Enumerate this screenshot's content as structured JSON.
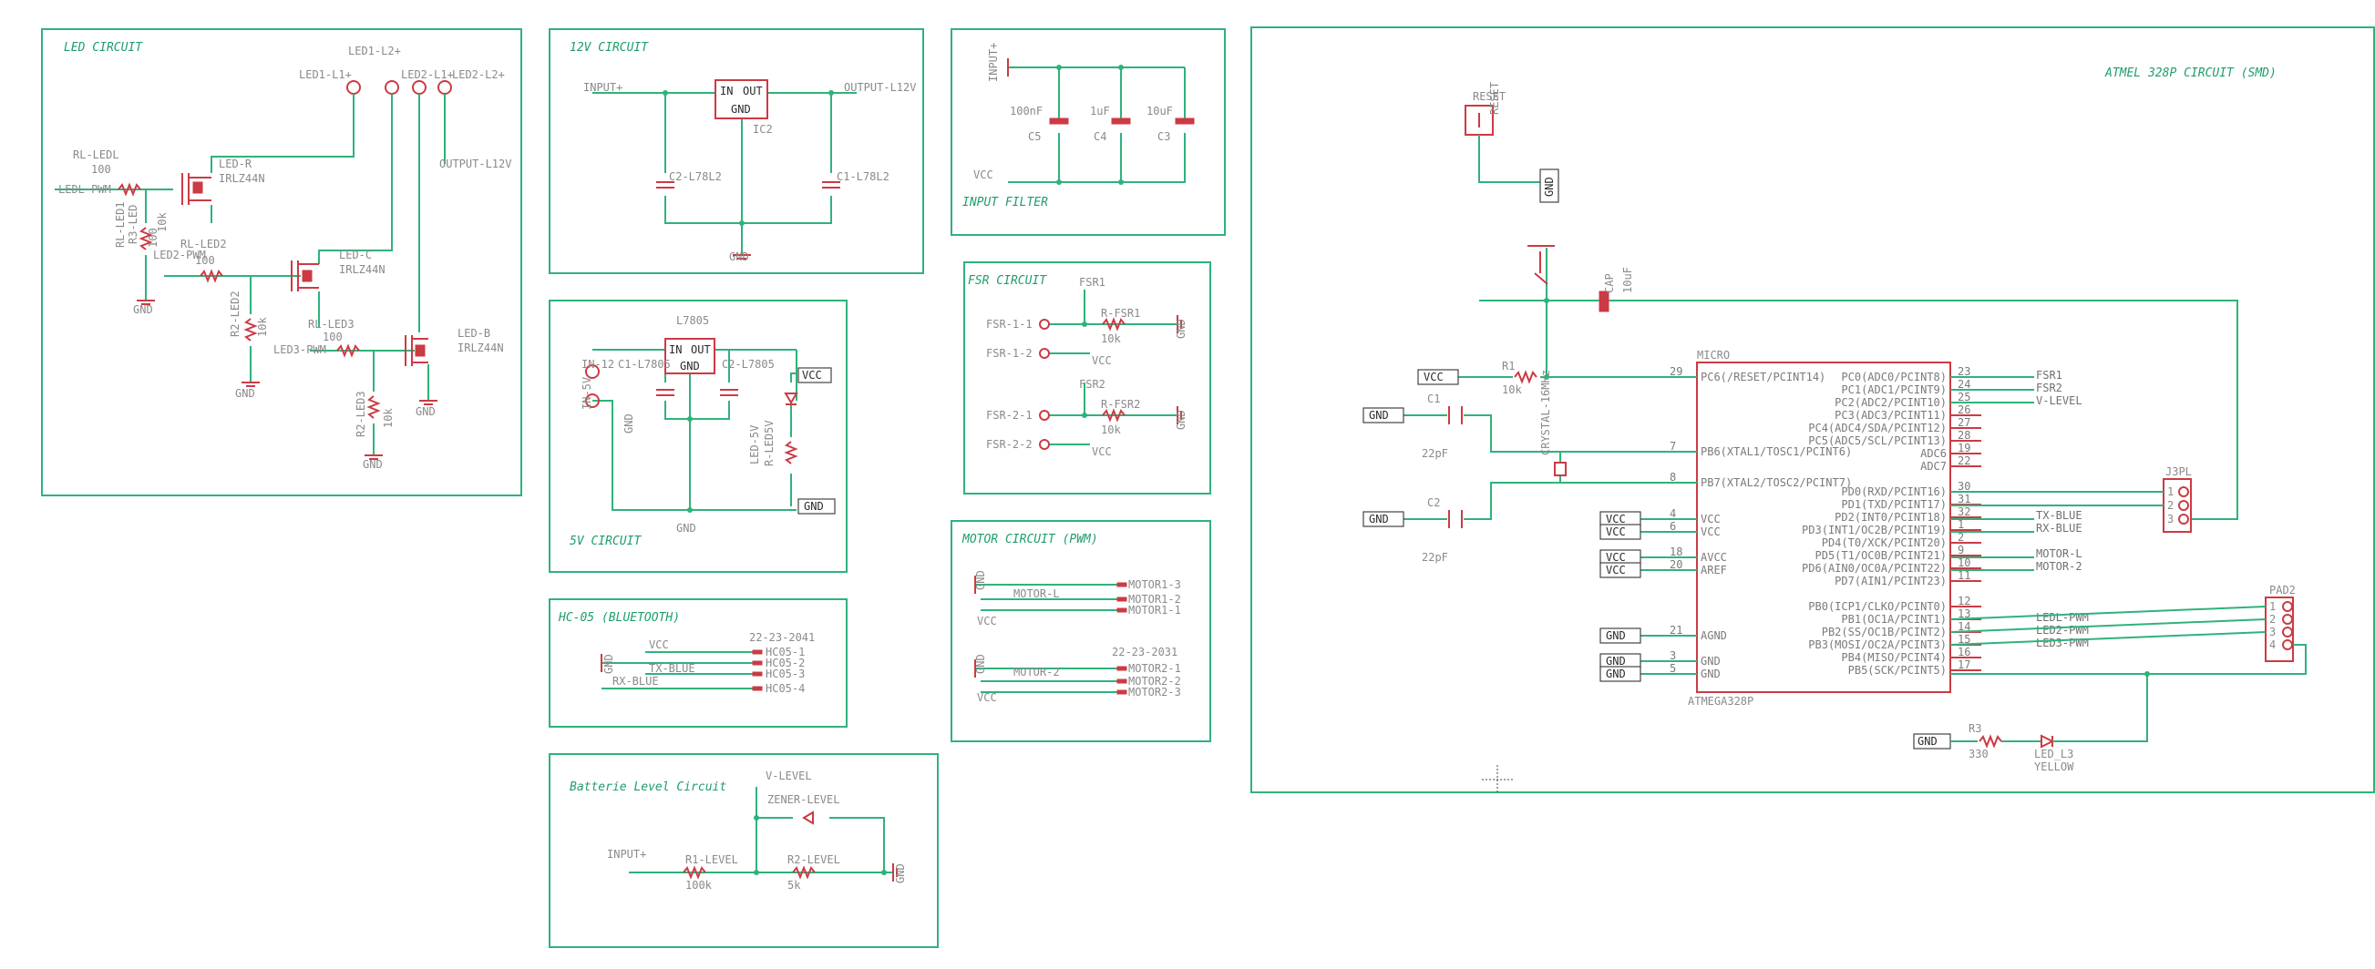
{
  "sections": {
    "led": "LED CIRCUIT",
    "v12": "12V CIRCUIT",
    "filter": "INPUT FILTER",
    "v5": "5V CIRCUIT",
    "fsr": "FSR CIRCUIT",
    "motor": "MOTOR CIRCUIT (PWM)",
    "hc05": "HC-05 (BLUETOOTH)",
    "battery": "Batterie Level Circuit",
    "atmel": "ATMEL 328P CIRCUIT (SMD)"
  },
  "led": {
    "labels": [
      "LED1-L1+",
      "LED1-L2+",
      "LED2-L1+",
      "LED2-L2+",
      "OUTPUT-L12V",
      "RL-LEDL",
      "100",
      "LEDL-PWM",
      "RL-LED1",
      "100",
      "LED-R",
      "IRLZ44N",
      "RL-LED2",
      "LED2-PWM",
      "100",
      "LED-C",
      "IRLZ44N",
      "RL-LED3",
      "LED3-PWM",
      "100",
      "LED-B",
      "IRLZ44N",
      "R2-LED3",
      "10k",
      "R2-LED2",
      "10k",
      "R3-LED",
      "10k",
      "GND",
      "GND",
      "GND",
      "GND"
    ]
  },
  "v12": {
    "labels": [
      "INPUT+",
      "IN",
      "OUT",
      "GND",
      "OUTPUT-L12V",
      "IC2",
      "C2-L78L2",
      "C1-L78L2",
      "GND"
    ]
  },
  "filter": {
    "labels": [
      "INPUT+",
      "100nF",
      "C5",
      "1uF",
      "C4",
      "10uF",
      "C3",
      "VCC"
    ]
  },
  "v5": {
    "labels": [
      "L7805",
      "IN",
      "OUT",
      "GND",
      "C1-L7805",
      "C2-L7805",
      "VCC",
      "IN-12",
      "IN-5V",
      "GND",
      "LED-5V",
      "R-LED5V",
      "GND",
      "GND"
    ]
  },
  "fsr": {
    "labels": [
      "FSR1",
      "FSR-1-1",
      "R-FSR1",
      "10k",
      "FSR-1-2",
      "VCC",
      "GND",
      "FSR2",
      "FSR-2-1",
      "R-FSR2",
      "10k",
      "FSR-2-2",
      "VCC",
      "GND"
    ]
  },
  "motor": {
    "labels": [
      "MOTOR-L",
      "MOTOR1-3",
      "MOTOR1-2",
      "MOTOR1-1",
      "VCC",
      "GND",
      "MOTOR-2",
      "22-23-2031",
      "MOTOR2-1",
      "MOTOR2-2",
      "MOTOR2-3",
      "VCC",
      "GND"
    ]
  },
  "hc05": {
    "labels": [
      "22-23-2041",
      "VCC",
      "HC05-1",
      "HC05-2",
      "HC05-3",
      "HC05-4",
      "TX-BLUE",
      "RX-BLUE",
      "GND"
    ]
  },
  "battery": {
    "labels": [
      "V-LEVEL",
      "ZENER-LEVEL",
      "INPUT+",
      "R1-LEVEL",
      "100k",
      "R2-LEVEL",
      "5k",
      "GND"
    ]
  },
  "atmel": {
    "chip_name": "MICRO",
    "chip_value": "ATMEGA328P",
    "left_pins": [
      {
        "num": "29",
        "name": "PC6(/RESET/PCINT14)"
      },
      {
        "num": "7",
        "name": "PB6(XTAL1/TOSC1/PCINT6)"
      },
      {
        "num": "8",
        "name": "PB7(XTAL2/TOSC2/PCINT7)"
      },
      {
        "num": "4",
        "name": "VCC"
      },
      {
        "num": "6",
        "name": "VCC"
      },
      {
        "num": "18",
        "name": "AVCC"
      },
      {
        "num": "20",
        "name": "AREF"
      },
      {
        "num": "21",
        "name": "AGND"
      },
      {
        "num": "3",
        "name": "GND"
      },
      {
        "num": "5",
        "name": "GND"
      }
    ],
    "right_pins": [
      {
        "num": "23",
        "name": "PC0(ADC0/PCINT8)",
        "net": "FSR1"
      },
      {
        "num": "24",
        "name": "PC1(ADC1/PCINT9)",
        "net": "FSR2"
      },
      {
        "num": "25",
        "name": "PC2(ADC2/PCINT10)",
        "net": "V-LEVEL"
      },
      {
        "num": "26",
        "name": "PC3(ADC3/PCINT11)",
        "net": ""
      },
      {
        "num": "27",
        "name": "PC4(ADC4/SDA/PCINT12)",
        "net": ""
      },
      {
        "num": "28",
        "name": "PC5(ADC5/SCL/PCINT13)",
        "net": ""
      },
      {
        "num": "19",
        "name": "ADC6",
        "net": ""
      },
      {
        "num": "22",
        "name": "ADC7",
        "net": ""
      },
      {
        "num": "30",
        "name": "PD0(RXD/PCINT16)",
        "net": ""
      },
      {
        "num": "31",
        "name": "PD1(TXD/PCINT17)",
        "net": ""
      },
      {
        "num": "32",
        "name": "PD2(INT0/PCINT18)",
        "net": "TX-BLUE"
      },
      {
        "num": "1",
        "name": "PD3(INT1/OC2B/PCINT19)",
        "net": "RX-BLUE"
      },
      {
        "num": "2",
        "name": "PD4(T0/XCK/PCINT20)",
        "net": ""
      },
      {
        "num": "9",
        "name": "PD5(T1/OC0B/PCINT21)",
        "net": "MOTOR-L"
      },
      {
        "num": "10",
        "name": "PD6(AIN0/OC0A/PCINT22)",
        "net": "MOTOR-2"
      },
      {
        "num": "11",
        "name": "PD7(AIN1/PCINT23)",
        "net": ""
      },
      {
        "num": "12",
        "name": "PB0(ICP1/CLKO/PCINT0)",
        "net": ""
      },
      {
        "num": "13",
        "name": "PB1(OC1A/PCINT1)",
        "net": "LEDL-PWM"
      },
      {
        "num": "14",
        "name": "PB2(SS/OC1B/PCINT2)",
        "net": "LED2-PWM"
      },
      {
        "num": "15",
        "name": "PB3(MOSI/OC2A/PCINT3)",
        "net": "LED3-PWM"
      },
      {
        "num": "16",
        "name": "PB4(MISO/PCINT4)",
        "net": ""
      },
      {
        "num": "17",
        "name": "PB5(SCK/PCINT5)",
        "net": ""
      }
    ],
    "labels": [
      "RESET",
      "RESET",
      "GND",
      "VCC",
      "R1",
      "10k",
      "C1",
      "22pF",
      "C2",
      "22pF",
      "CRYSTAL-16MHz",
      "CAP",
      "10uF",
      "GND",
      "GND",
      "VCC",
      "VCC",
      "VCC",
      "VCC",
      "GND",
      "GND",
      "GND",
      "J3PL",
      "PAD2",
      "1",
      "2",
      "3",
      "1",
      "2",
      "3",
      "4",
      "GND",
      "R3",
      "330",
      "LED_L3",
      "YELLOW"
    ]
  }
}
